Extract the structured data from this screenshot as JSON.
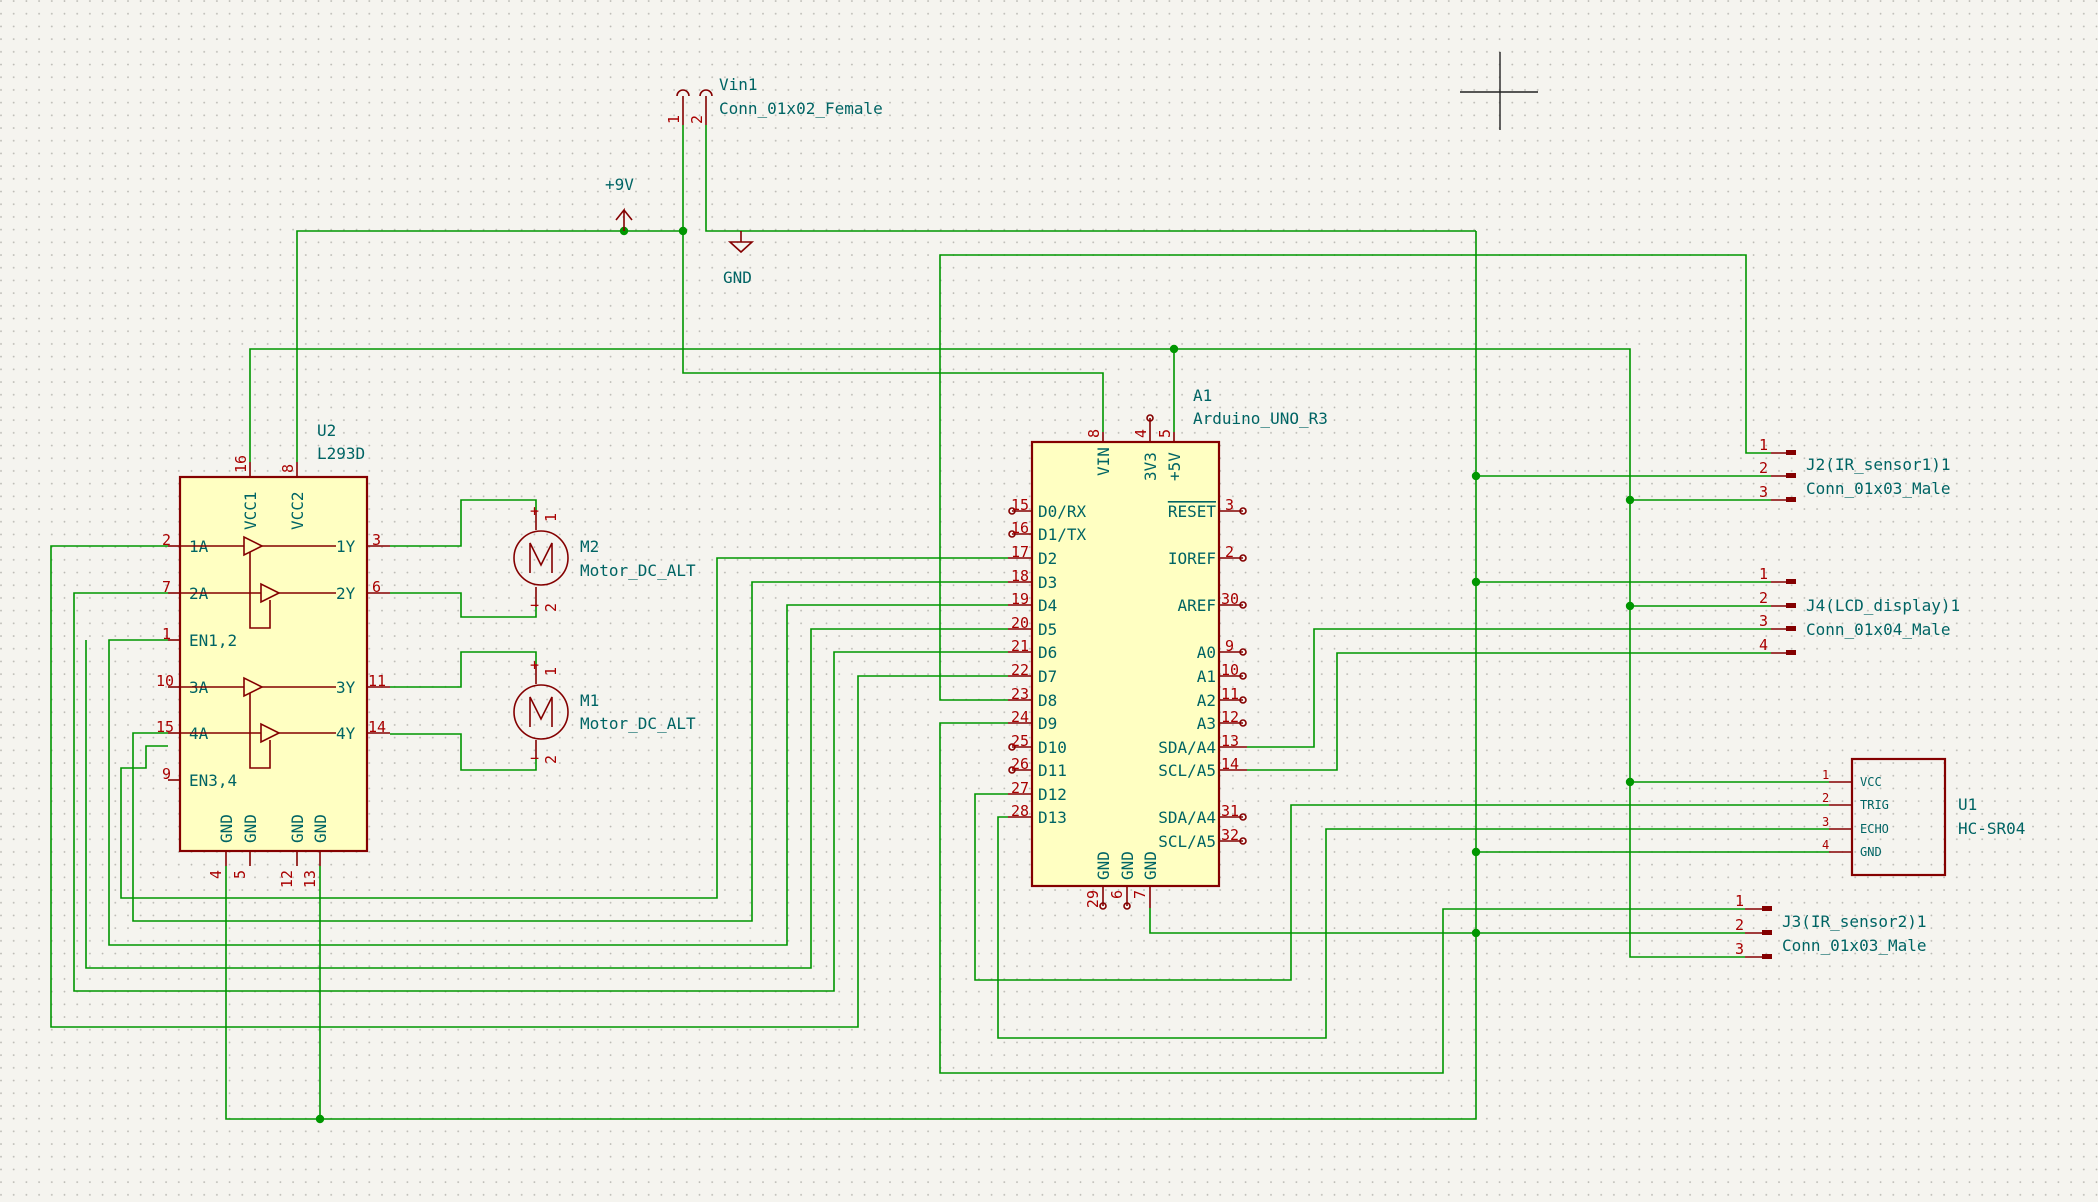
{
  "colors": {
    "background": "#f5f4ef",
    "wire": "#009600",
    "component_outline": "#840000",
    "component_fill": "#ffffc2",
    "text": "#006464",
    "pin_number": "#a90000"
  },
  "power": {
    "vcc_label": "+9V",
    "gnd_label": "GND"
  },
  "vin": {
    "ref": "Vin1",
    "value": "Conn_01x02_Female",
    "pins": [
      "1",
      "2"
    ]
  },
  "u2": {
    "ref": "U2",
    "value": "L293D",
    "top_pins": [
      {
        "num": "16",
        "name": "VCC1"
      },
      {
        "num": "8",
        "name": "VCC2"
      }
    ],
    "left_pins": [
      {
        "num": "2",
        "name": "1A"
      },
      {
        "num": "7",
        "name": "2A"
      },
      {
        "num": "1",
        "name": "EN1,2"
      },
      {
        "num": "10",
        "name": "3A"
      },
      {
        "num": "15",
        "name": "4A"
      },
      {
        "num": "9",
        "name": "EN3,4"
      }
    ],
    "right_pins": [
      {
        "num": "3",
        "name": "1Y"
      },
      {
        "num": "6",
        "name": "2Y"
      },
      {
        "num": "11",
        "name": "3Y"
      },
      {
        "num": "14",
        "name": "4Y"
      }
    ],
    "bottom_pins": [
      {
        "num": "4",
        "name": "GND"
      },
      {
        "num": "5",
        "name": "GND"
      },
      {
        "num": "12",
        "name": "GND"
      },
      {
        "num": "13",
        "name": "GND"
      }
    ]
  },
  "m2": {
    "ref": "M2",
    "value": "Motor_DC_ALT",
    "pins": [
      "1",
      "2"
    ]
  },
  "m1": {
    "ref": "M1",
    "value": "Motor_DC_ALT",
    "pins": [
      "1",
      "2"
    ]
  },
  "a1": {
    "ref": "A1",
    "value": "Arduino_UNO_R3",
    "top_pins": [
      {
        "num": "8",
        "name": "VIN"
      },
      {
        "num": "4",
        "name": "3V3"
      },
      {
        "num": "5",
        "name": "+5V"
      }
    ],
    "left_pins": [
      {
        "num": "15",
        "name": "D0/RX"
      },
      {
        "num": "16",
        "name": "D1/TX"
      },
      {
        "num": "17",
        "name": "D2"
      },
      {
        "num": "18",
        "name": "D3"
      },
      {
        "num": "19",
        "name": "D4"
      },
      {
        "num": "20",
        "name": "D5"
      },
      {
        "num": "21",
        "name": "D6"
      },
      {
        "num": "22",
        "name": "D7"
      },
      {
        "num": "23",
        "name": "D8"
      },
      {
        "num": "24",
        "name": "D9"
      },
      {
        "num": "25",
        "name": "D10"
      },
      {
        "num": "26",
        "name": "D11"
      },
      {
        "num": "27",
        "name": "D12"
      },
      {
        "num": "28",
        "name": "D13"
      }
    ],
    "right_pins": [
      {
        "num": "3",
        "name": "RESET"
      },
      {
        "num": "2",
        "name": "IOREF"
      },
      {
        "num": "30",
        "name": "AREF"
      },
      {
        "num": "9",
        "name": "A0"
      },
      {
        "num": "10",
        "name": "A1"
      },
      {
        "num": "11",
        "name": "A2"
      },
      {
        "num": "12",
        "name": "A3"
      },
      {
        "num": "13",
        "name": "SDA/A4"
      },
      {
        "num": "14",
        "name": "SCL/A5"
      },
      {
        "num": "31",
        "name": "SDA/A4"
      },
      {
        "num": "32",
        "name": "SCL/A5"
      }
    ],
    "bottom_pins": [
      {
        "num": "29",
        "name": "GND"
      },
      {
        "num": "6",
        "name": "GND"
      },
      {
        "num": "7",
        "name": "GND"
      }
    ]
  },
  "j2": {
    "ref": "J2(IR_sensor1)1",
    "value": "Conn_01x03_Male",
    "pins": [
      "1",
      "2",
      "3"
    ]
  },
  "j4": {
    "ref": "J4(LCD_display)1",
    "value": "Conn_01x04_Male",
    "pins": [
      "1",
      "2",
      "3",
      "4"
    ]
  },
  "u1": {
    "ref": "U1",
    "value": "HC-SR04",
    "pins": [
      {
        "num": "1",
        "name": "VCC"
      },
      {
        "num": "2",
        "name": "TRIG"
      },
      {
        "num": "3",
        "name": "ECHO"
      },
      {
        "num": "4",
        "name": "GND"
      }
    ]
  },
  "j3": {
    "ref": "J3(IR_sensor2)1",
    "value": "Conn_01x03_Male",
    "pins": [
      "1",
      "2",
      "3"
    ]
  }
}
